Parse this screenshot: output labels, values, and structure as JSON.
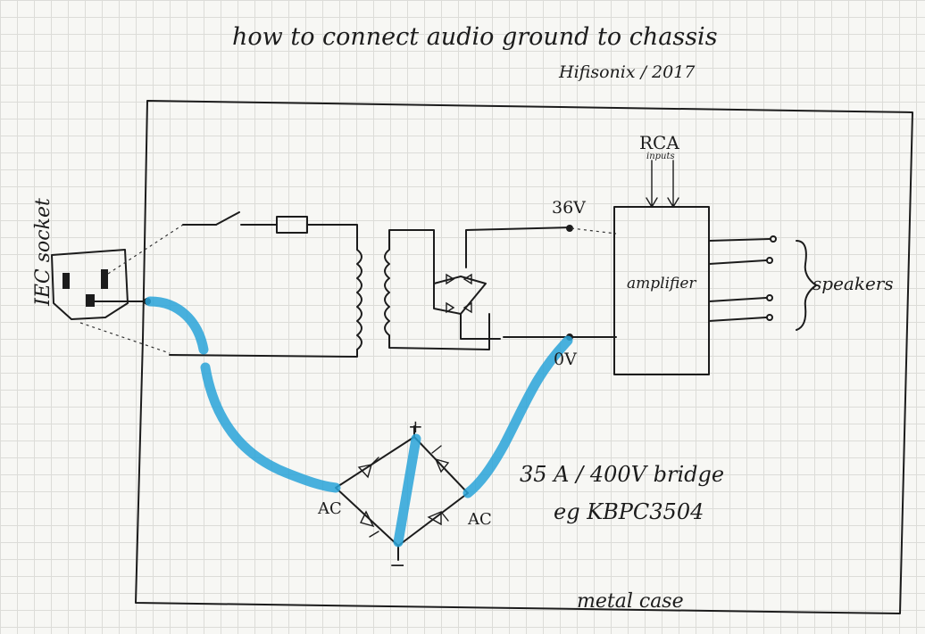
{
  "title": "how to connect audio ground to chassis",
  "author": "Hifisonix / 2017",
  "labels": {
    "iec_socket": "IEC socket",
    "rca": "RCA",
    "rca_sub": "inputs",
    "v36": "36V",
    "v0": "0V",
    "amplifier": "amplifier",
    "speakers": "speakers",
    "bridge_rating": "35 A / 400V bridge",
    "bridge_part": "eg  KBPC3504",
    "ac_left": "AC",
    "ac_right": "AC",
    "plus": "+",
    "minus": "−",
    "metal_case": "metal case"
  },
  "colors": {
    "ink": "#1c1c1c",
    "highlight": "#29a3d8",
    "paper": "#f7f7f4",
    "grid": "#dcdcd8"
  }
}
